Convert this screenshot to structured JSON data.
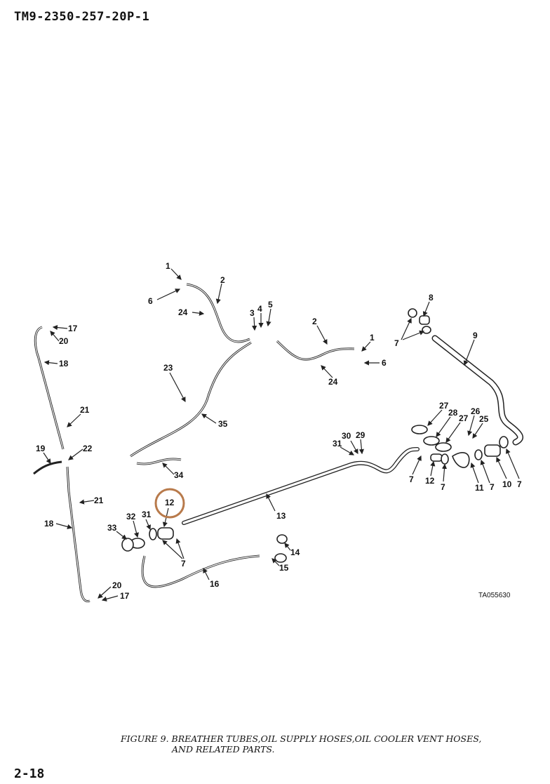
{
  "header": {
    "doc_number": "TM9-2350-257-20P-1"
  },
  "figure": {
    "caption_line1": "FIGURE 9. BREATHER TUBES,OIL SUPPLY HOSES,OIL COOLER VENT HOSES,",
    "caption_line2": "AND RELATED PARTS.",
    "art_code": "TA055630",
    "highlight_color": "#b87a4b",
    "callouts": [
      "1",
      "2",
      "6",
      "24",
      "3",
      "4",
      "5",
      "2",
      "1",
      "6",
      "24",
      "8",
      "7",
      "9",
      "17",
      "20",
      "18",
      "23",
      "35",
      "21",
      "19",
      "22",
      "34",
      "21",
      "18",
      "12",
      "32",
      "31",
      "33",
      "7",
      "13",
      "14",
      "15",
      "16",
      "20",
      "17",
      "31",
      "30",
      "29",
      "27",
      "28",
      "27",
      "26",
      "25",
      "7",
      "12",
      "7",
      "11",
      "7",
      "10",
      "7"
    ]
  },
  "footer": {
    "page_number": "2-18"
  }
}
